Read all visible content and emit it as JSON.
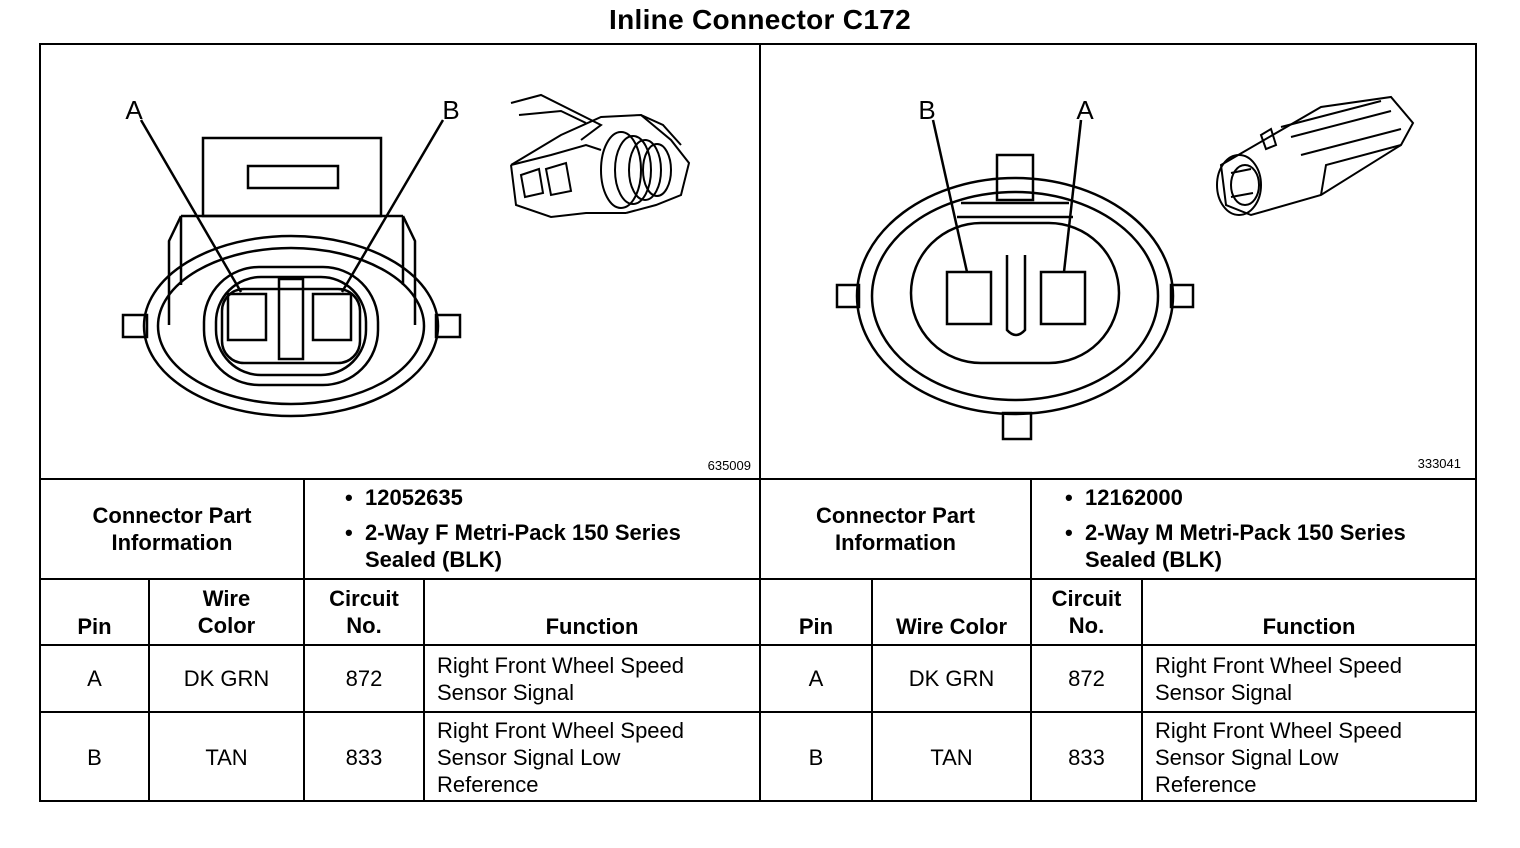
{
  "title": "Inline Connector C172",
  "left": {
    "figure_id": "635009",
    "pin_labels": [
      "A",
      "B"
    ],
    "part_info_label": "Connector Part Information",
    "part_info": [
      "12052635",
      "2-Way F Metri-Pack 150 Series Sealed (BLK)"
    ],
    "headers": {
      "pin": "Pin",
      "wire_color": "Wire Color",
      "circuit": "Circuit No.",
      "function": "Function"
    },
    "rows": [
      {
        "pin": "A",
        "wire_color": "DK GRN",
        "circuit": "872",
        "function": "Right Front Wheel Speed Sensor Signal"
      },
      {
        "pin": "B",
        "wire_color": "TAN",
        "circuit": "833",
        "function": "Right Front Wheel Speed Sensor Signal Low Reference"
      }
    ]
  },
  "right": {
    "figure_id": "333041",
    "pin_labels": [
      "B",
      "A"
    ],
    "part_info_label": "Connector Part Information",
    "part_info": [
      "12162000",
      "2-Way M Metri-Pack 150 Series Sealed (BLK)"
    ],
    "headers": {
      "pin": "Pin",
      "wire_color": "Wire Color",
      "circuit": "Circuit No.",
      "function": "Function"
    },
    "rows": [
      {
        "pin": "A",
        "wire_color": "DK GRN",
        "circuit": "872",
        "function": "Right Front Wheel Speed Sensor Signal"
      },
      {
        "pin": "B",
        "wire_color": "TAN",
        "circuit": "833",
        "function": "Right Front Wheel Speed Sensor Signal Low Reference"
      }
    ]
  }
}
